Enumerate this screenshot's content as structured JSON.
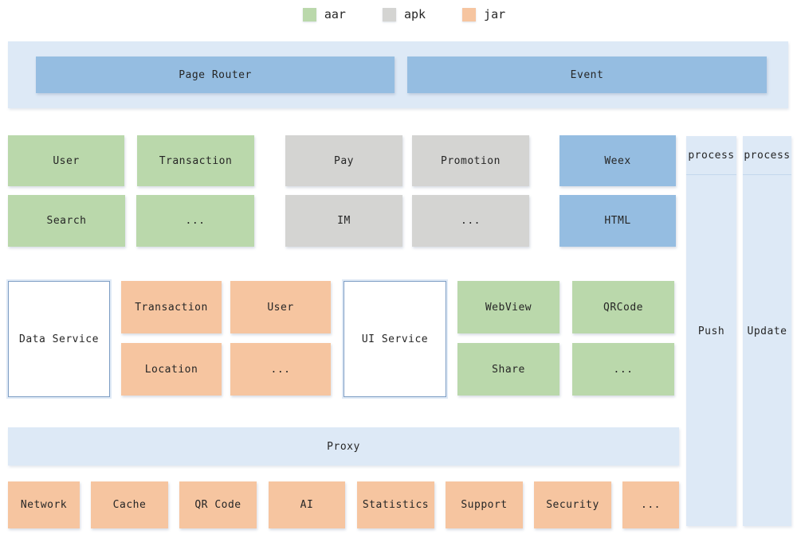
{
  "colors": {
    "aar_green": "#bad8ab",
    "apk_gray": "#d4d4d2",
    "jar_orange": "#f6c5a0",
    "module_blue": "#95bde1",
    "band_blue": "#dde9f6",
    "box_border": "#7d9dc4",
    "text": "#262626"
  },
  "legend": {
    "items": [
      {
        "label": "aar",
        "swatch_color": "#bad8ab"
      },
      {
        "label": "apk",
        "swatch_color": "#d4d4d2"
      },
      {
        "label": "jar",
        "swatch_color": "#f6c5a0"
      }
    ]
  },
  "router_band": {
    "page_router": "Page Router",
    "event": "Event"
  },
  "app_layer": {
    "row1": [
      {
        "label": "User",
        "type": "aar"
      },
      {
        "label": "Transaction",
        "type": "aar"
      },
      {
        "label": "Pay",
        "type": "apk"
      },
      {
        "label": "Promotion",
        "type": "apk"
      },
      {
        "label": "Weex",
        "type": "blue"
      }
    ],
    "row2": [
      {
        "label": "Search",
        "type": "aar"
      },
      {
        "label": "...",
        "type": "aar"
      },
      {
        "label": "IM",
        "type": "apk"
      },
      {
        "label": "...",
        "type": "apk"
      },
      {
        "label": "HTML",
        "type": "blue"
      }
    ]
  },
  "service_layer": {
    "data_service": "Data Service",
    "data_modules": [
      {
        "label": "Transaction"
      },
      {
        "label": "User"
      },
      {
        "label": "Location"
      },
      {
        "label": "..."
      }
    ],
    "ui_service": "UI Service",
    "ui_modules": [
      {
        "label": "WebView"
      },
      {
        "label": "QRCode"
      },
      {
        "label": "Share"
      },
      {
        "label": "..."
      }
    ]
  },
  "proxy_band": {
    "label": "Proxy"
  },
  "foundation_layer": [
    {
      "label": "Network"
    },
    {
      "label": "Cache"
    },
    {
      "label": "QR Code"
    },
    {
      "label": "AI"
    },
    {
      "label": "Statistics"
    },
    {
      "label": "Support"
    },
    {
      "label": "Security"
    },
    {
      "label": "..."
    }
  ],
  "process_columns": [
    {
      "header": "process",
      "label": "Push"
    },
    {
      "header": "process",
      "label": "Update"
    }
  ]
}
